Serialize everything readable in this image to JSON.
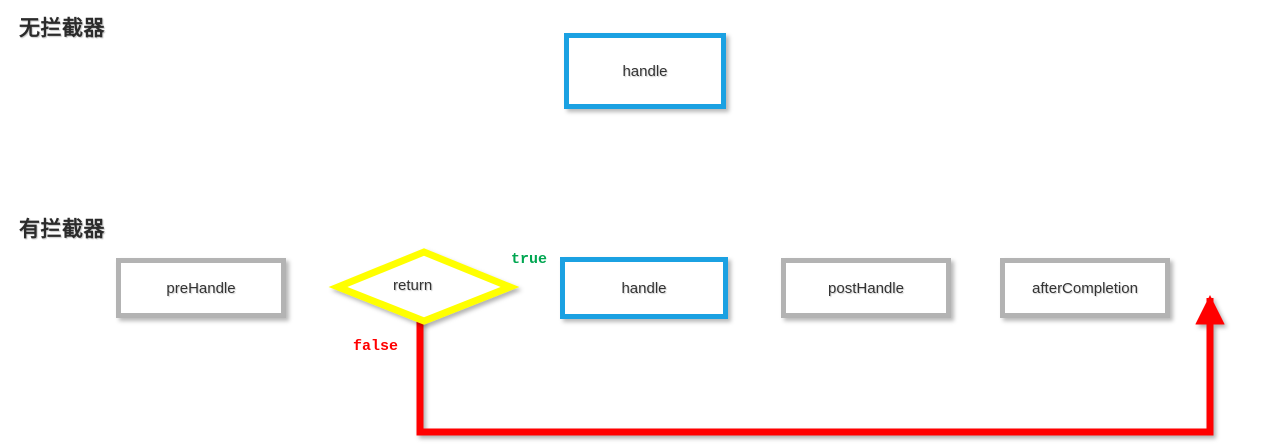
{
  "diagram": {
    "title_no_interceptor": "无拦截器",
    "title_with_interceptor": "有拦截器",
    "colors": {
      "flow_green": "#00a651",
      "highlight_blue": "#1ba1e2",
      "node_gray": "#b3b3b3",
      "decision_yellow": "#ffff00",
      "error_red": "#ff0000",
      "text_dark": "#333333"
    },
    "sections": [
      {
        "name": "no-interceptor",
        "title": "无拦截器",
        "nodes": [
          {
            "id": "handle-top",
            "label": "handle",
            "shape": "rect",
            "style": "blue"
          }
        ],
        "edges": [
          {
            "from": "start",
            "to": "handle-top",
            "color": "#00a651",
            "label": ""
          },
          {
            "from": "handle-top",
            "to": "end",
            "color": "#00a651",
            "label": ""
          }
        ]
      },
      {
        "name": "with-interceptor",
        "title": "有拦截器",
        "nodes": [
          {
            "id": "preHandle",
            "label": "preHandle",
            "shape": "rect",
            "style": "gray"
          },
          {
            "id": "return",
            "label": "return",
            "shape": "diamond",
            "style": "yellow"
          },
          {
            "id": "handle",
            "label": "handle",
            "shape": "rect",
            "style": "blue"
          },
          {
            "id": "postHandle",
            "label": "postHandle",
            "shape": "rect",
            "style": "gray"
          },
          {
            "id": "afterCompletion",
            "label": "afterCompletion",
            "shape": "rect",
            "style": "gray"
          }
        ],
        "edges": [
          {
            "from": "start",
            "to": "preHandle",
            "color": "#00a651",
            "label": ""
          },
          {
            "from": "preHandle",
            "to": "return",
            "color": "#00a651",
            "label": ""
          },
          {
            "from": "return",
            "to": "handle",
            "color": "#00a651",
            "label": "true"
          },
          {
            "from": "handle",
            "to": "postHandle",
            "color": "#00a651",
            "label": ""
          },
          {
            "from": "postHandle",
            "to": "afterCompletion",
            "color": "#00a651",
            "label": ""
          },
          {
            "from": "afterCompletion",
            "to": "end",
            "color": "#00a651",
            "label": ""
          },
          {
            "from": "return",
            "to": "exit",
            "color": "#ff0000",
            "label": "false"
          }
        ]
      }
    ],
    "edge_labels": {
      "true": "true",
      "false": "false"
    }
  }
}
